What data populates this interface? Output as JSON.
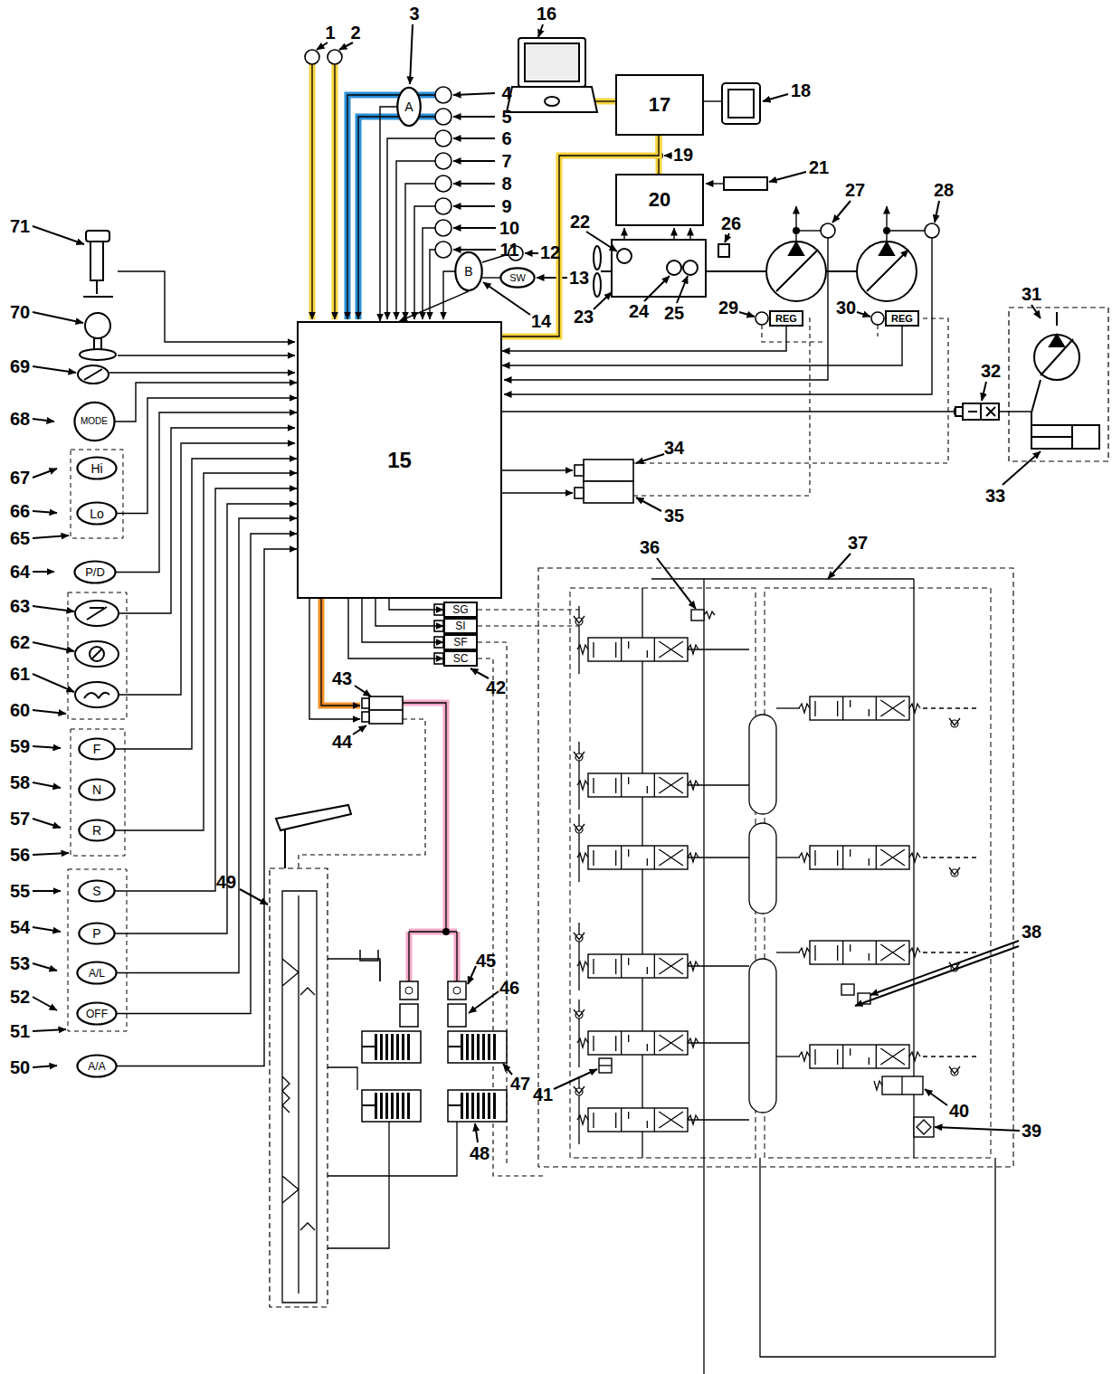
{
  "diagram": {
    "nodes": [
      {
        "text": [
          "15"
        ]
      },
      {
        "text": [
          "17"
        ]
      },
      {
        "text": [
          "20"
        ]
      },
      {
        "text": [
          "A"
        ]
      },
      {
        "text": [
          "B"
        ]
      },
      {
        "text": [
          "SW"
        ]
      },
      {
        "text": [
          "REG"
        ]
      },
      {
        "text": [
          "REG"
        ]
      },
      {
        "text": [
          "MODE"
        ]
      },
      {
        "text": [
          "Hi"
        ]
      },
      {
        "text": [
          "Lo"
        ]
      },
      {
        "text": [
          "P/D"
        ]
      },
      {
        "text": [
          "F"
        ]
      },
      {
        "text": [
          "N"
        ]
      },
      {
        "text": [
          "R"
        ]
      },
      {
        "text": [
          "S"
        ]
      },
      {
        "text": [
          "P"
        ]
      },
      {
        "text": [
          "A/L"
        ]
      },
      {
        "text": [
          "OFF"
        ]
      },
      {
        "text": [
          "A/A"
        ]
      },
      {
        "text": [
          "SG"
        ]
      },
      {
        "text": [
          "SI"
        ]
      },
      {
        "text": [
          "SF"
        ]
      },
      {
        "text": [
          "SC"
        ]
      }
    ],
    "edges": [
      {
        "from": 1,
        "to": 2,
        "arrow": "none"
      },
      {
        "from": 1,
        "to": 0,
        "arrow": "none"
      },
      {
        "from": 3,
        "to": 0,
        "arrow": "to"
      },
      {
        "from": 4,
        "to": 0,
        "arrow": "to"
      },
      {
        "from": 6,
        "to": 0,
        "arrow": "to"
      },
      {
        "from": 7,
        "to": 0,
        "arrow": "to"
      },
      {
        "from": 8,
        "to": 0,
        "arrow": "to"
      },
      {
        "from": 10,
        "to": 0,
        "arrow": "to"
      },
      {
        "from": 11,
        "to": 0,
        "arrow": "to"
      },
      {
        "from": 12,
        "to": 0,
        "arrow": "to"
      },
      {
        "from": 14,
        "to": 0,
        "arrow": "to"
      },
      {
        "from": 15,
        "to": 0,
        "arrow": "to"
      },
      {
        "from": 16,
        "to": 0,
        "arrow": "to"
      },
      {
        "from": 17,
        "to": 0,
        "arrow": "to"
      },
      {
        "from": 18,
        "to": 0,
        "arrow": "to"
      },
      {
        "from": 19,
        "to": 0,
        "arrow": "to"
      },
      {
        "from": 0,
        "to": 20,
        "arrow": "to"
      },
      {
        "from": 0,
        "to": 21,
        "arrow": "to"
      },
      {
        "from": 0,
        "to": 22,
        "arrow": "to"
      },
      {
        "from": 0,
        "to": 23,
        "arrow": "to"
      }
    ],
    "labels": [
      "1",
      "2",
      "3",
      "4",
      "5",
      "6",
      "7",
      "8",
      "9",
      "10",
      "11",
      "12",
      "13",
      "14",
      "16",
      "18",
      "19",
      "21",
      "22",
      "23",
      "24",
      "25",
      "26",
      "27",
      "28",
      "29",
      "30",
      "31",
      "32",
      "33",
      "34",
      "35",
      "36",
      "37",
      "38",
      "39",
      "40",
      "41",
      "42",
      "43",
      "44",
      "45",
      "46",
      "47",
      "48",
      "49",
      "50",
      "51",
      "52",
      "53",
      "54",
      "55",
      "56",
      "57",
      "58",
      "59",
      "60",
      "61",
      "62",
      "63",
      "64",
      "65",
      "66",
      "67",
      "68",
      "69",
      "70",
      "71"
    ]
  }
}
